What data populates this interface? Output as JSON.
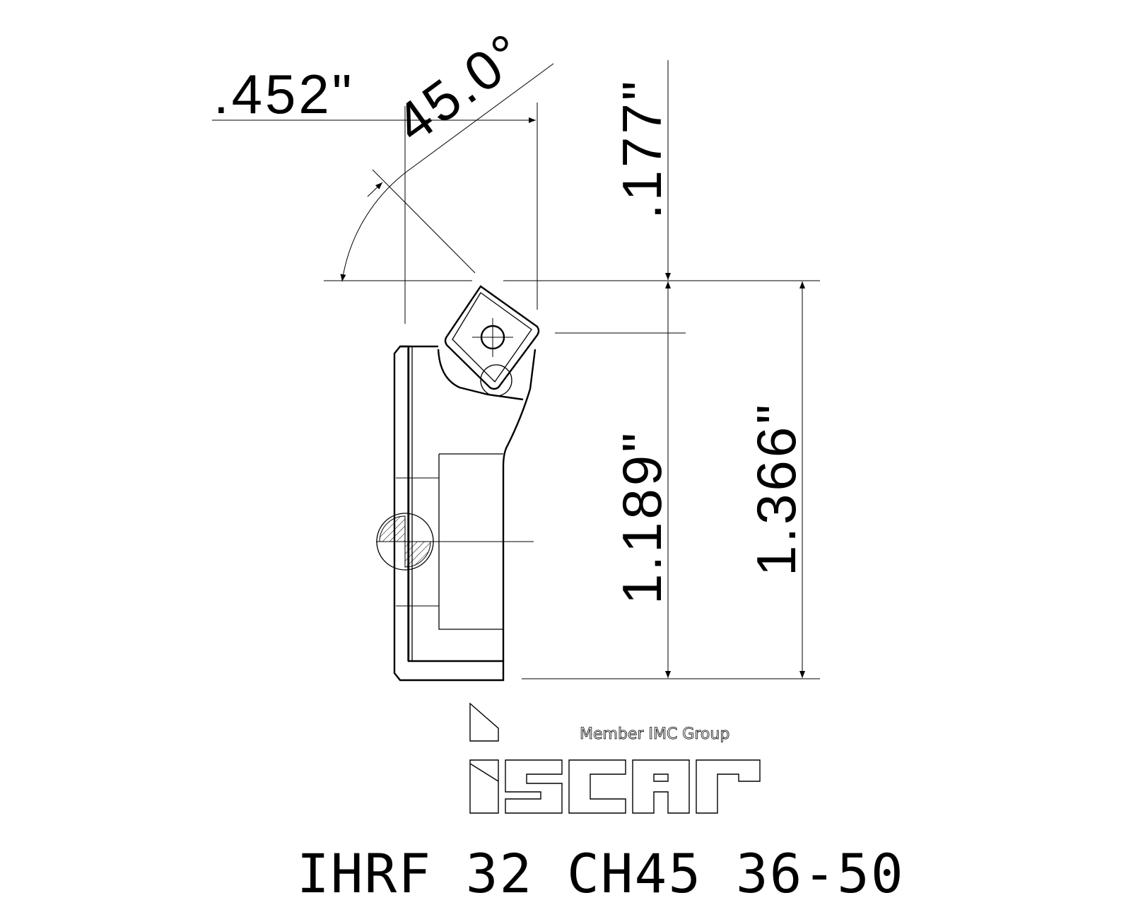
{
  "dimensions": {
    "width": ".452\"",
    "angle": "45.0°",
    "offset_top": ".177\"",
    "height_insert": "1.189\"",
    "height_total": "1.366\""
  },
  "logo": {
    "brand": "iscar",
    "tagline": "Member IMC Group"
  },
  "part_number": "IHRF 32 CH45 36-50"
}
